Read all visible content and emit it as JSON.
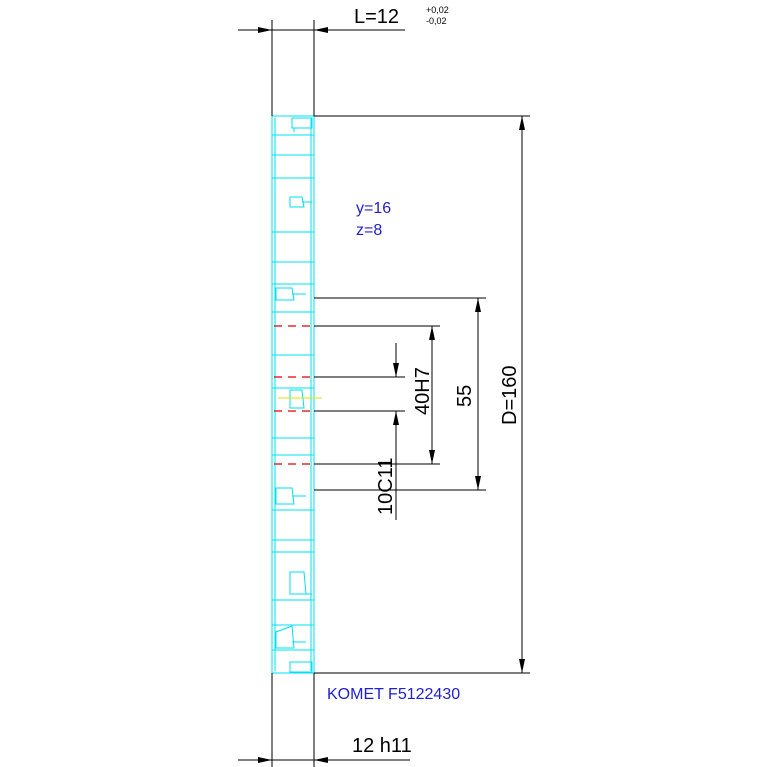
{
  "dimensions": {
    "width_label": "L=12",
    "width_tol_upper": "+0,02",
    "width_tol_lower": "-0,02",
    "diameter_label": "D=160",
    "bore_label": "40H7",
    "hub_label": "55",
    "keyway_label": "10C11",
    "bottom_width_label": "12 h11"
  },
  "notes": {
    "teeth_pitch": "y=16",
    "teeth_count": "z=8",
    "part_number": "KOMET F5122430"
  },
  "colors": {
    "dimension_lines": "#000000",
    "tool_outline": "#00e0f0",
    "hidden_lines": "#e00000",
    "axis_line": "#e0e000",
    "note_text": "#2020d0"
  }
}
